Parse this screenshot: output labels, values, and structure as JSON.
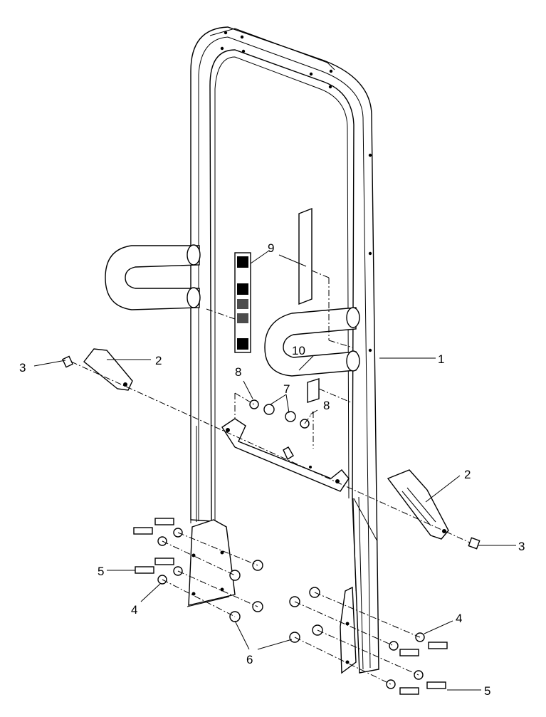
{
  "callouts": {
    "c1": "1",
    "c2a": "2",
    "c2b": "2",
    "c3a": "3",
    "c3b": "3",
    "c4a": "4",
    "c4b": "4",
    "c5a": "5",
    "c5b": "5",
    "c6": "6",
    "c7": "7",
    "c8a": "8",
    "c8b": "8",
    "c9": "9",
    "c10": "10"
  },
  "colors": {
    "line": "#000000",
    "background": "#ffffff"
  }
}
